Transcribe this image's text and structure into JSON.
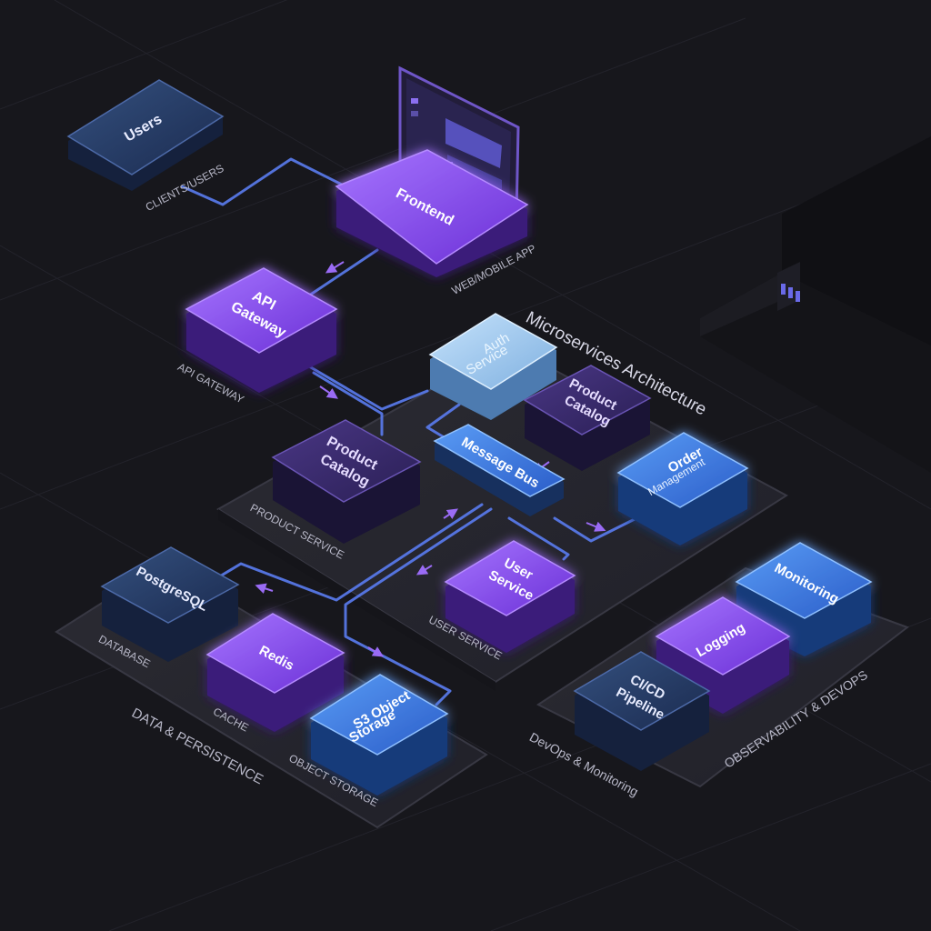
{
  "diagram": {
    "title": "Microservices Architecture",
    "nodes": {
      "users": "Users",
      "frontend": "Frontend",
      "api_gateway": [
        "API",
        "Gateway"
      ],
      "auth": [
        "Auth",
        "Service"
      ],
      "product_catalog_top": [
        "Product",
        "Catalog"
      ],
      "product_catalog": [
        "Product",
        "Catalog"
      ],
      "message_bus": "Message Bus",
      "order": [
        "Order",
        "Management"
      ],
      "user_service": [
        "User",
        "Service"
      ],
      "postgresql": "PostgreSQL",
      "redis": "Redis",
      "s3": [
        "S3 Object",
        "Storage"
      ],
      "monitoring": "Monitoring",
      "logging": "Logging",
      "cicd": [
        "CI/CD",
        "Pipeline"
      ]
    },
    "captions": {
      "clients_users": "CLIENTS/USERS",
      "web_mobile_app": "WEB/MOBILE APP",
      "api_gateway": "API GATEWAY",
      "product_service": "PRODUCT SERVICE",
      "user_service": "USER SERVICE",
      "database": "DATABASE",
      "cache": "CACHE",
      "object_storage": "OBJECT STORAGE",
      "data_persistence": "DATA & PERSISTENCE",
      "devops_monitoring": "DevOps & Monitoring",
      "observability_devops": "OBSERVABILITY & DEVOPS"
    },
    "colors": {
      "background": "#17171c",
      "violet": "#8a4df0",
      "dark_violet": "#3a2a6e",
      "blue": "#3a7de0",
      "navy": "#233a6a",
      "light_blue": "#9cc7ee",
      "connector": "#5a7cf0",
      "arrow": "#9a6bf5"
    }
  }
}
